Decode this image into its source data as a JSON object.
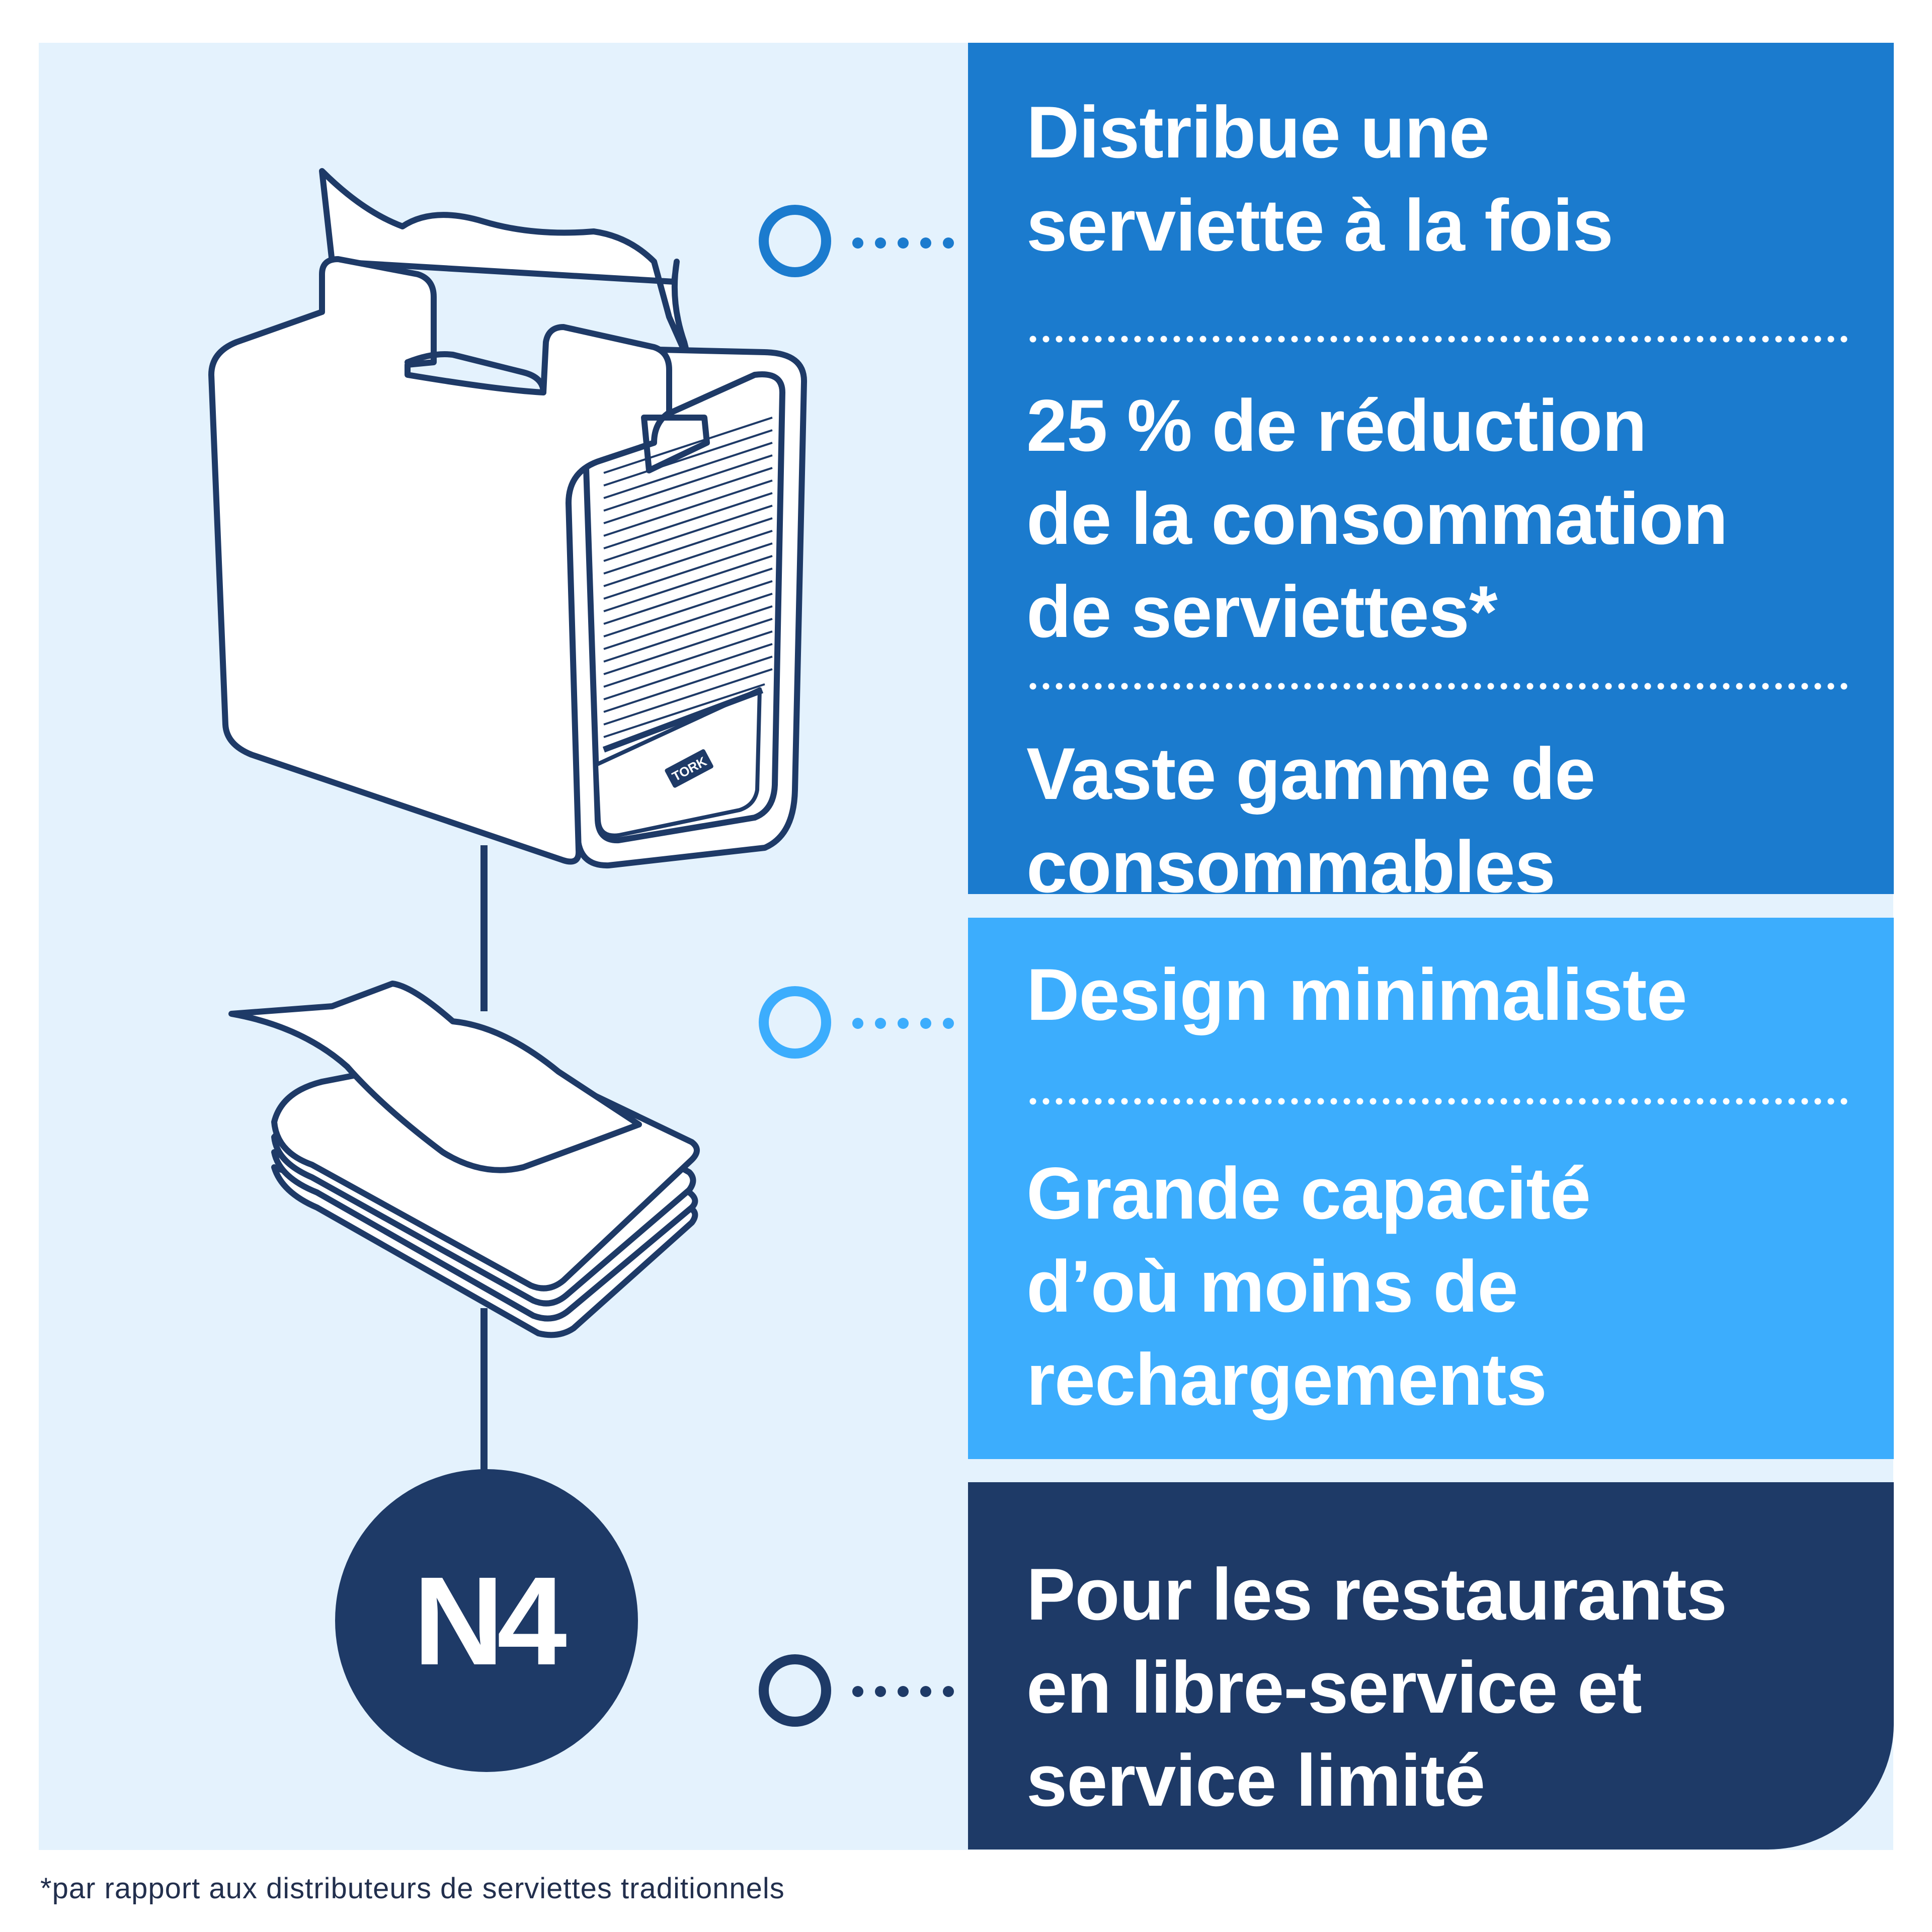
{
  "colors": {
    "panel_bg": "#e4f2fd",
    "block_dark_blue": "#1b7bce",
    "block_light_blue": "#3cadfd",
    "block_navy": "#1e3a67",
    "outline": "#1e3a67",
    "text_on_block": "#ffffff"
  },
  "blocks": [
    {
      "features": [
        "Distribue une\nserviette à la fois",
        "25 % de réduction\nde la consommation\nde serviettes*",
        "Vaste gamme de\nconsommables"
      ]
    },
    {
      "features": [
        "Design minimaliste",
        "Grande capacité\nd’où moins de\nrechargements"
      ]
    },
    {
      "features": [
        "Pour les restaurants\nen libre-service et\nservice limité"
      ]
    }
  ],
  "illustration": {
    "dispenser_brand": "TORK",
    "badge": "N4",
    "icons": [
      "napkin-dispenser-icon",
      "folded-napkins-icon"
    ]
  },
  "footnote": "*par rapport aux distributeurs de serviettes traditionnels"
}
